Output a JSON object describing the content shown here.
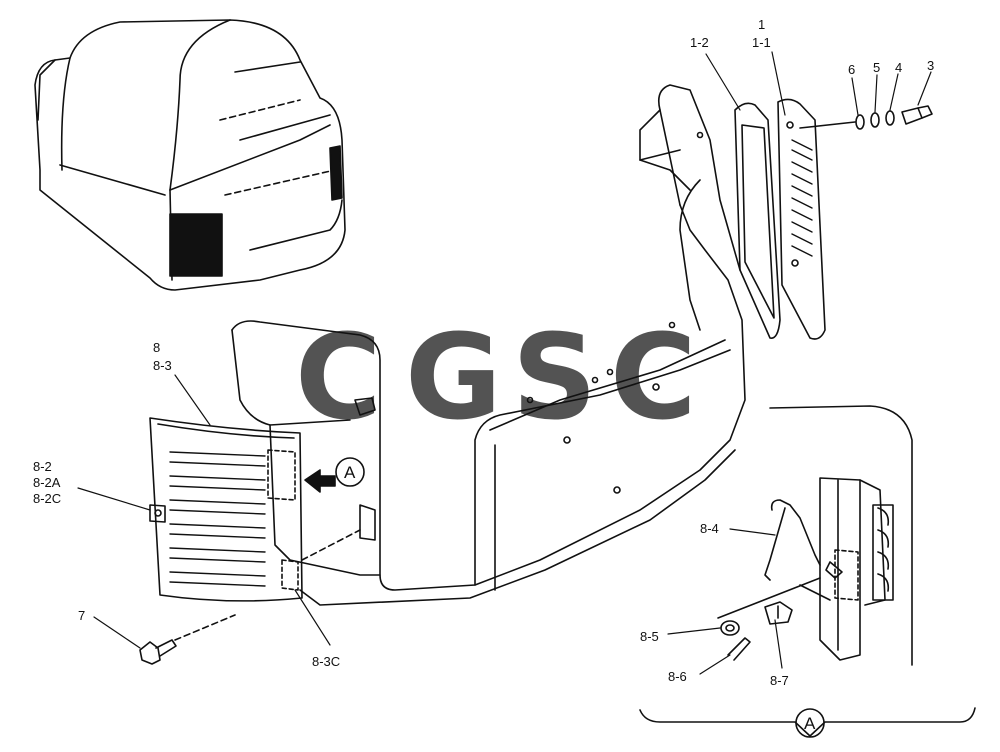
{
  "callouts": {
    "c1": "1",
    "c1_1": "1-1",
    "c1_2": "1-2",
    "c3": "3",
    "c4": "4",
    "c5": "5",
    "c6": "6",
    "c7": "7",
    "c8": "8",
    "c8_3": "8-3",
    "c8_2": "8-2",
    "c8_2A": "8-2A",
    "c8_2C": "8-2C",
    "c8_3C": "8-3C",
    "c8_4": "8-4",
    "c8_5": "8-5",
    "c8_6": "8-6",
    "c8_7": "8-7"
  },
  "view_marker": "A",
  "detail_marker": "A",
  "watermark": {
    "letters": [
      "C",
      "G",
      "S",
      "C"
    ],
    "colors": [
      "#4a86e8",
      "#e85a5a",
      "#f4c542",
      "#3aa870"
    ]
  }
}
